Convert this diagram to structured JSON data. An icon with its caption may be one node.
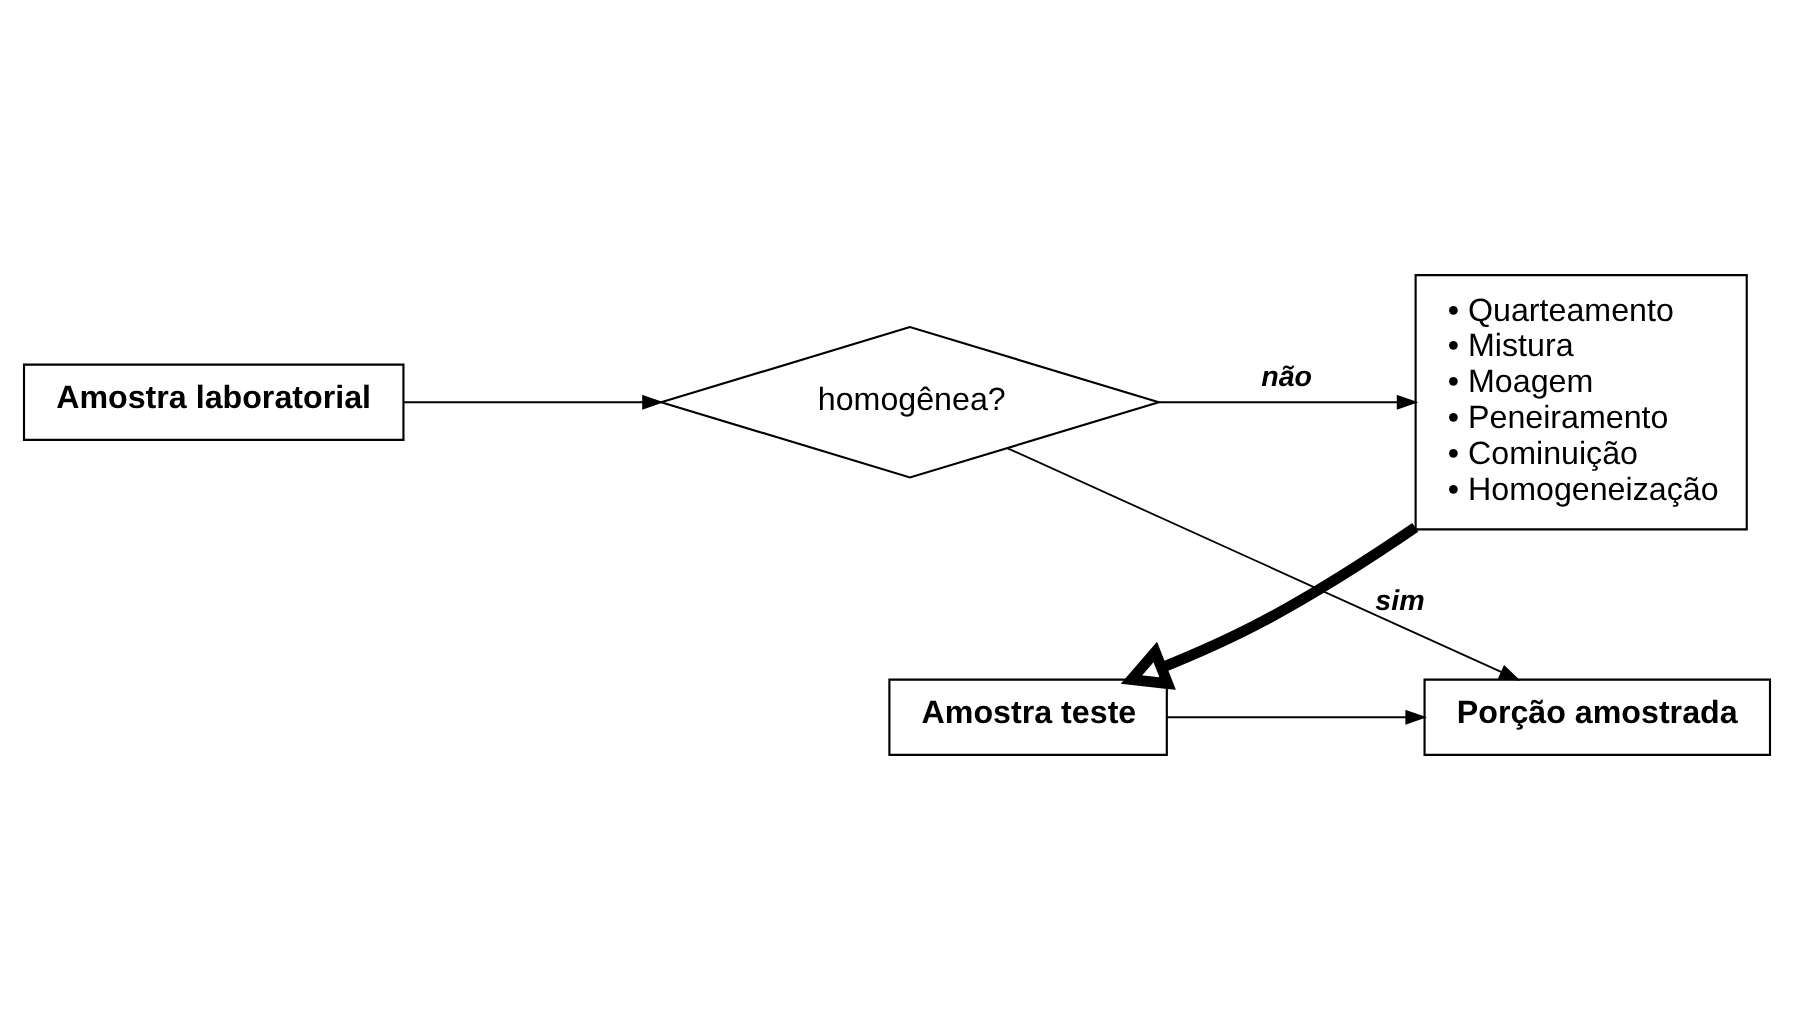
{
  "diagram": {
    "nodes": [
      {
        "text": [
          "Amostra laboratorial"
        ]
      },
      {
        "text": [
          "homogênea?"
        ]
      },
      {
        "text": [
          "• Quarteamento",
          "• Mistura",
          "• Moagem",
          "• Peneiramento",
          "• Cominuição",
          "• Homogeneização"
        ]
      },
      {
        "text": [
          "Amostra teste"
        ]
      },
      {
        "text": [
          "Porção amostrada"
        ]
      }
    ],
    "edges": [
      {
        "from": 0,
        "to": 1,
        "arrow": "to"
      },
      {
        "from": 1,
        "to": 2,
        "arrow": "to",
        "label": "não"
      },
      {
        "from": 1,
        "to": 4,
        "arrow": "to",
        "label": "sim"
      },
      {
        "from": 2,
        "to": 3,
        "arrow": "to",
        "style": "thick"
      },
      {
        "from": 3,
        "to": 4,
        "arrow": "to"
      }
    ]
  }
}
